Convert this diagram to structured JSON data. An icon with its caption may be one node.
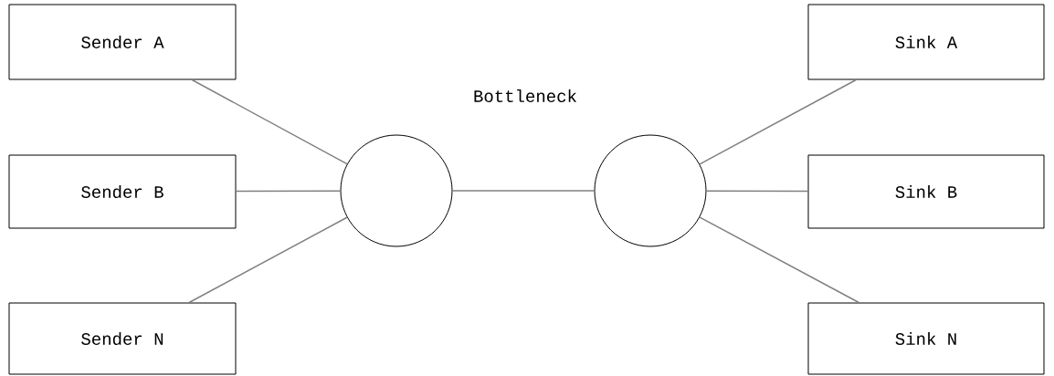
{
  "diagram": {
    "nodes": [
      {
        "text": [
          "Sender A"
        ]
      },
      {
        "text": [
          "Sender B"
        ]
      },
      {
        "text": [
          "Sender N"
        ]
      },
      {
        "text": [],
        "shape": "circle"
      },
      {
        "text": [],
        "shape": "circle"
      },
      {
        "text": [
          "Sink A"
        ]
      },
      {
        "text": [
          "Sink B"
        ]
      },
      {
        "text": [
          "Sink N"
        ]
      }
    ],
    "edges": [
      {
        "from": 0,
        "to": 3,
        "arrow": "none"
      },
      {
        "from": 1,
        "to": 3,
        "arrow": "none"
      },
      {
        "from": 2,
        "to": 3,
        "arrow": "none"
      },
      {
        "from": 3,
        "to": 4,
        "arrow": "none"
      },
      {
        "from": 4,
        "to": 5,
        "arrow": "none"
      },
      {
        "from": 4,
        "to": 6,
        "arrow": "none"
      },
      {
        "from": 4,
        "to": 7,
        "arrow": "none"
      }
    ],
    "labels": [
      "Bottleneck"
    ]
  }
}
